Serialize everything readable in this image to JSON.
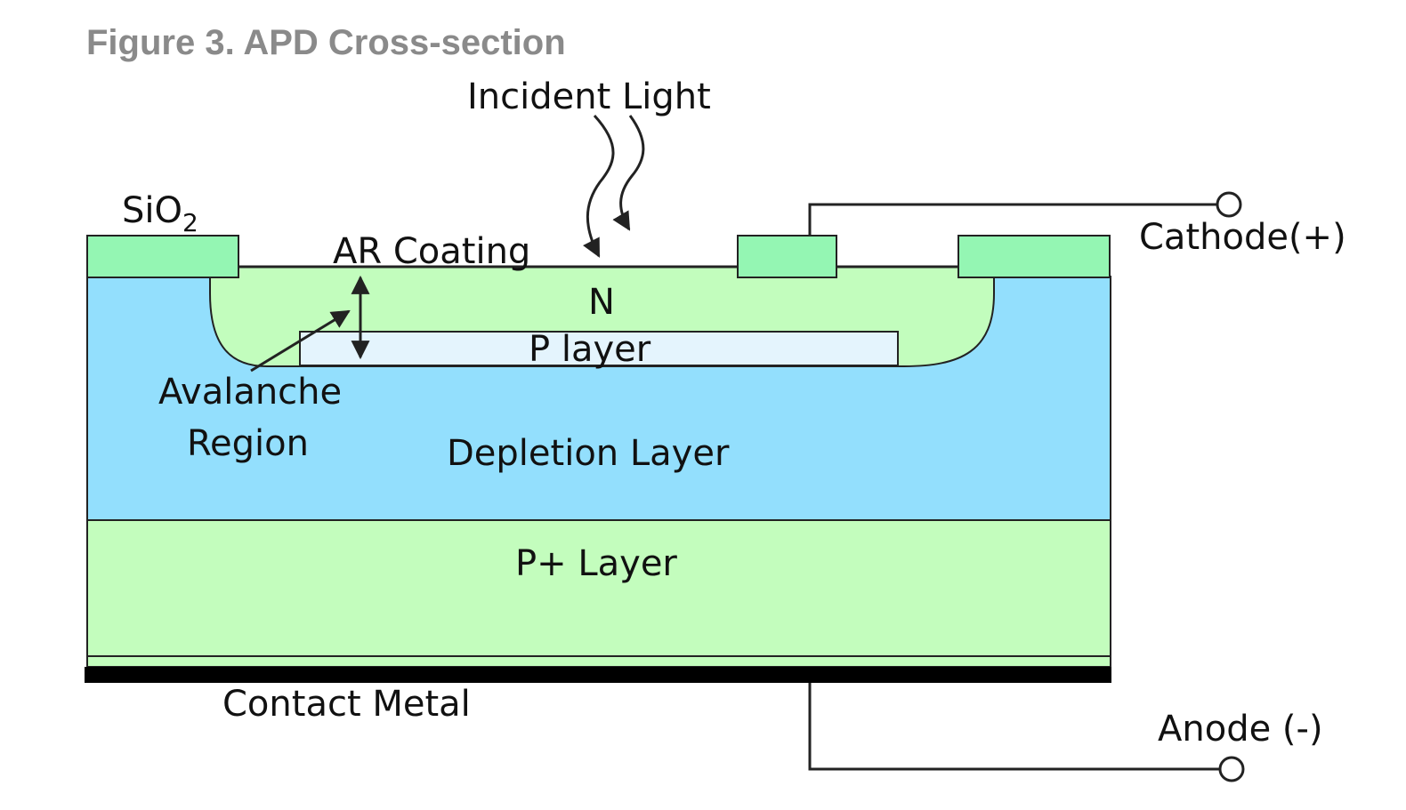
{
  "figure": {
    "title": "Figure 3. APD Cross-section"
  },
  "labels": {
    "incident_light": "Incident Light",
    "sio2_main": "SiO",
    "sio2_sub": "2",
    "ar_coating": "AR Coating",
    "n_region": "N",
    "p_layer": "P layer",
    "avalanche_line1": "Avalanche",
    "avalanche_line2": "Region",
    "depletion_layer": "Depletion Layer",
    "p_plus_layer": "P+ Layer",
    "contact_metal": "Contact Metal",
    "cathode": "Cathode(+)",
    "anode": "Anode (-)"
  },
  "colors": {
    "depletion": "#93dffd",
    "n_region": "#c2fdbd",
    "p_layer": "#e4f4fd",
    "p_plus": "#c3fdbd",
    "sio2": "#94f6b3",
    "contact_metal": "#000000",
    "outline": "#222222",
    "title": "#8a8a8a"
  }
}
